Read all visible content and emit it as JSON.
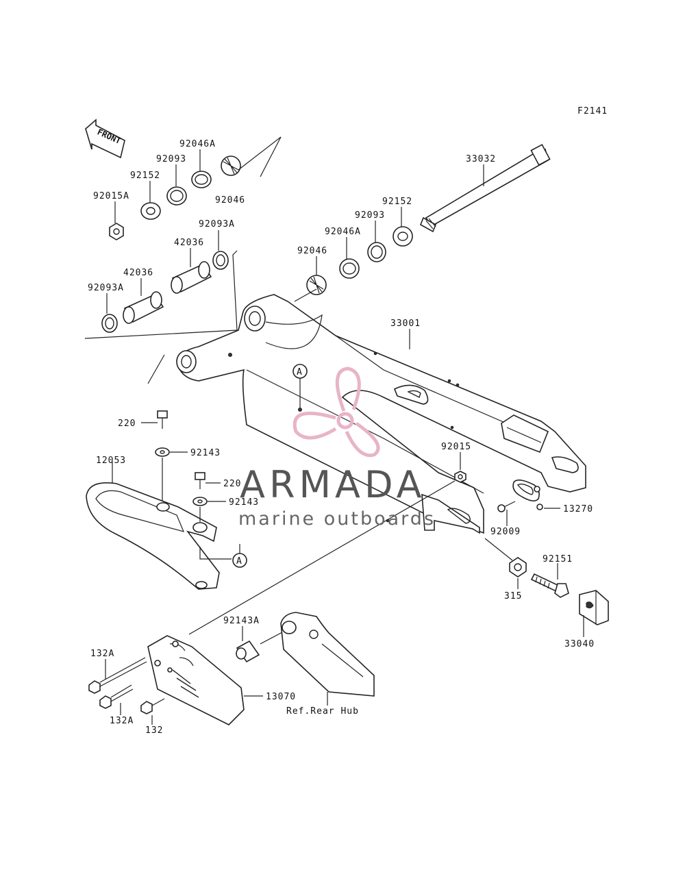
{
  "figure_code": "F2141",
  "front_label": "FRONT",
  "parts": {
    "p33032": "33032",
    "p92046A_top": "92046A",
    "p92093_top": "92093",
    "p92152_top": "92152",
    "p92015A": "92015A",
    "p92046_top": "92046",
    "p92093A_top": "92093A",
    "p42036_top": "42036",
    "p42036_bot": "42036",
    "p92093A_bot": "92093A",
    "p92152_right": "92152",
    "p92093_right": "92093",
    "p92046A_right": "92046A",
    "p92046_right": "92046",
    "p33001": "33001",
    "pA_top": "A",
    "p220_top": "220",
    "p92143_top": "92143",
    "p12053": "12053",
    "p220_mid": "220",
    "p92143_mid": "92143",
    "pA_bot": "A",
    "p92015": "92015",
    "p13270": "13270",
    "p92009": "92009",
    "p92151": "92151",
    "p315": "315",
    "p33040": "33040",
    "p92143A": "92143A",
    "p132A_top": "132A",
    "p132A_bot": "132A",
    "p132": "132",
    "p13070": "13070",
    "ref_rear_hub": "Ref.Rear Hub"
  },
  "watermark": {
    "title": "ARMADA",
    "subtitle": "marine outboards",
    "brand_color": "#e8b4c8"
  }
}
